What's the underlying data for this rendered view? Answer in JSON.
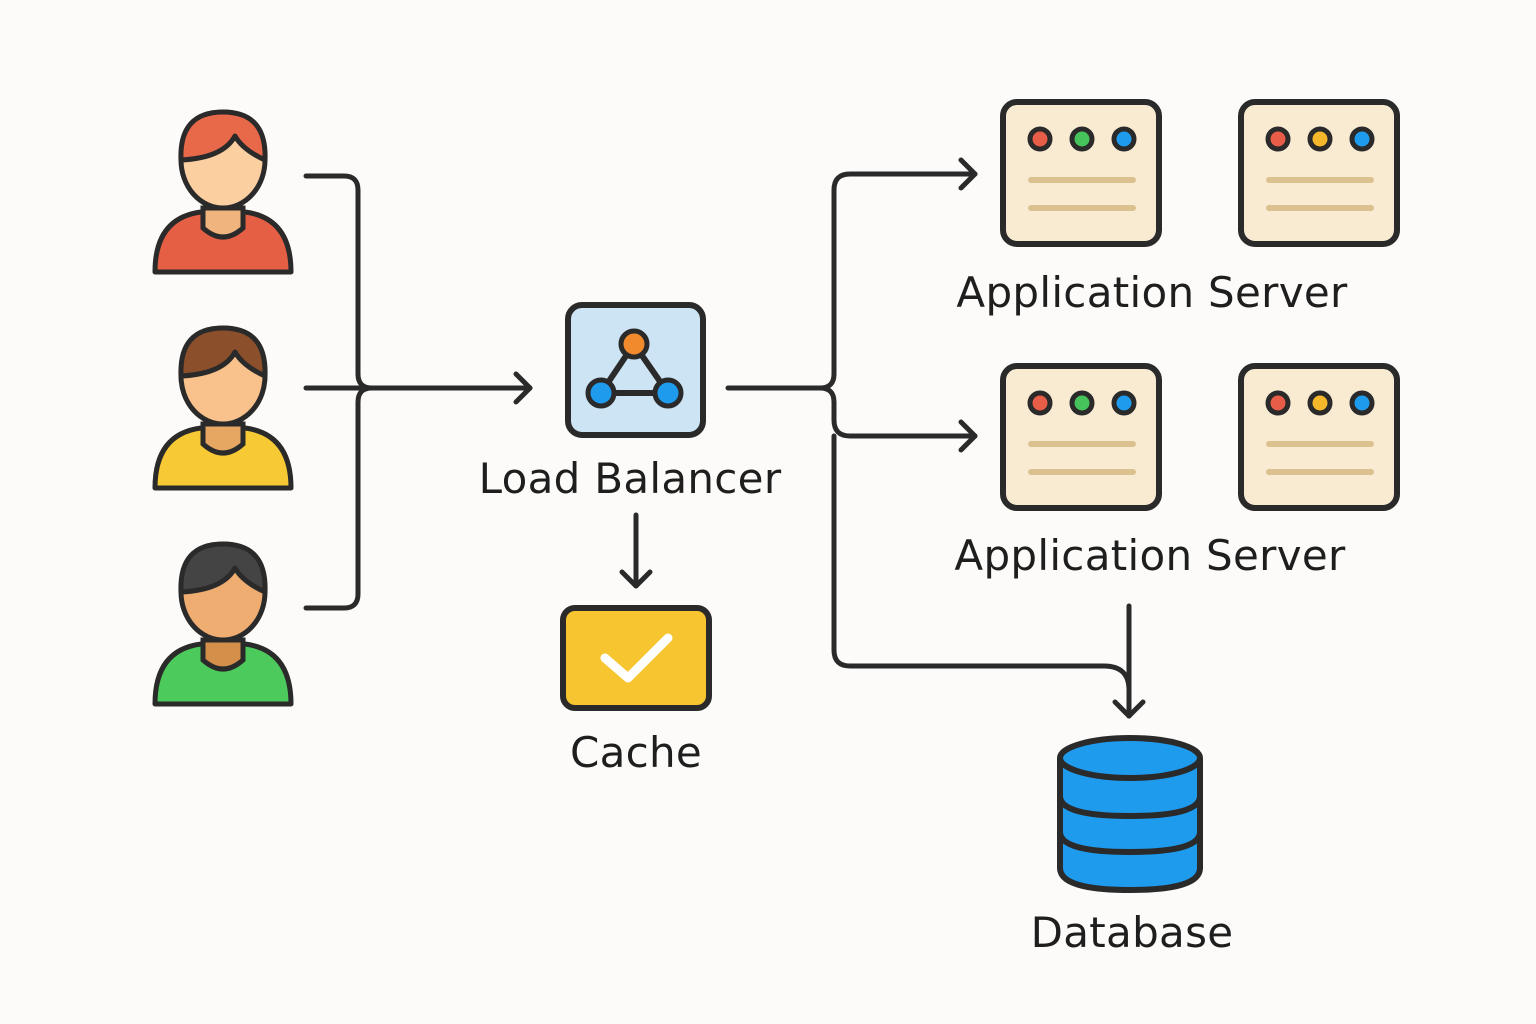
{
  "diagram": {
    "type": "architecture",
    "nodes": {
      "users": [
        {
          "id": "user-1",
          "hair": "#e8694a",
          "skin": "#fbcfa0",
          "neck": "#f0b47e",
          "shirt": "#e55f45"
        },
        {
          "id": "user-2",
          "hair": "#8b4f2c",
          "skin": "#f9c18b",
          "neck": "#e6a762",
          "shirt": "#f7c934"
        },
        {
          "id": "user-3",
          "hair": "#444444",
          "skin": "#efad72",
          "neck": "#d48f4a",
          "shirt": "#4ccb5c"
        }
      ],
      "load_balancer": {
        "label": "Load Balancer",
        "fill": "#cce4f4",
        "node_top": "#f08a2c",
        "node_bottom": "#1f9bee"
      },
      "cache": {
        "label": "Cache",
        "fill": "#f7c52f",
        "check": "#ffffff"
      },
      "app_server_groups": [
        {
          "label": "Application Server",
          "servers": [
            {
              "lights": [
                "#e85d48",
                "#46c35a",
                "#1f9bee"
              ]
            },
            {
              "lights": [
                "#e85d48",
                "#f5b82a",
                "#1f9bee"
              ]
            }
          ]
        },
        {
          "label": "Application Server",
          "servers": [
            {
              "lights": [
                "#e85d48",
                "#46c35a",
                "#1f9bee"
              ]
            },
            {
              "lights": [
                "#e85d48",
                "#f5b82a",
                "#1f9bee"
              ]
            }
          ]
        }
      ],
      "database": {
        "label": "Database",
        "fill": "#1f9bee"
      }
    },
    "edges": [
      {
        "from": "users",
        "to": "load_balancer"
      },
      {
        "from": "load_balancer",
        "to": "cache"
      },
      {
        "from": "load_balancer",
        "to": "app_server_group_1"
      },
      {
        "from": "load_balancer",
        "to": "app_server_group_2"
      },
      {
        "from": "load_balancer",
        "to": "database"
      },
      {
        "from": "app_server_group_2",
        "to": "database"
      }
    ],
    "colors": {
      "stroke": "#2a2a2a",
      "background": "#fcfbf9",
      "server_fill": "#f8ebd2",
      "server_line": "#dcc190"
    }
  }
}
